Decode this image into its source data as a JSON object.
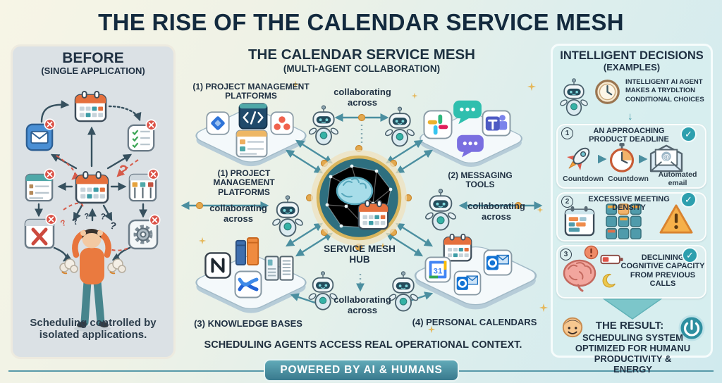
{
  "title": "THE RISE OF THE CALENDAR SERVICE MESH",
  "before_panel": {
    "heading": "BEFORE",
    "subheading": "(SINGLE APPLICATION)",
    "caption": "Scheduling controlled by isolated applications."
  },
  "mesh_panel": {
    "heading": "THE CALENDAR SERVICE MESH",
    "subheading": "(MULTI-AGENT COLLABORATION)",
    "label_project_mgmt": "(1) PROJECT MANAGEMENT PLATFORMS",
    "label_messaging": "(2) MESSAGING TOOLS",
    "label_knowledge": "(3) KNOWLEDGE BASES",
    "label_calendars": "(4) PERSONAL CALENDARS",
    "collab": "collaborating across",
    "hub_label": "SERVICE MESH HUB",
    "caption": "SCHEDULING AGENTS ACCESS REAL OPERATIONAL CONTEXT."
  },
  "decisions_panel": {
    "heading": "INTELLIGENT DECISIONS",
    "subheading": "(EXAMPLES)",
    "intro": "INTELLIGENT AI AGENT MAKES A TRYDLTION CONDITIONAL CHOICES",
    "examples": [
      {
        "number": "1",
        "title": "AN APPROACHING PRODUCT DEADLINE",
        "labels": [
          "Countdown",
          "Countdown",
          "Automated email"
        ]
      },
      {
        "number": "2",
        "title": "EXCESSIVE MEETING DENSITY",
        "labels": []
      },
      {
        "number": "3",
        "title": "DECLINING COGNITIVE CAPACITY FROM PREVIOUS CALLS",
        "labels": []
      }
    ],
    "result_heading": "THE RESULT:",
    "result_body": "SCHEDULING SYSTEM OPTIMIZED FOR HUMANU PRODUCTIVITY & ENERGY"
  },
  "footer": {
    "banner": "POWERED BY AI & HUMANS"
  },
  "icons": {
    "check": "✓",
    "question": "?",
    "down_arrow": "↓",
    "gcal_day": "31",
    "at_sign": "@"
  },
  "colors": {
    "accent_teal": "#3f8fa0",
    "accent_orange": "#e8743c",
    "alert_red": "#d8584a",
    "title_navy": "#14293c"
  }
}
